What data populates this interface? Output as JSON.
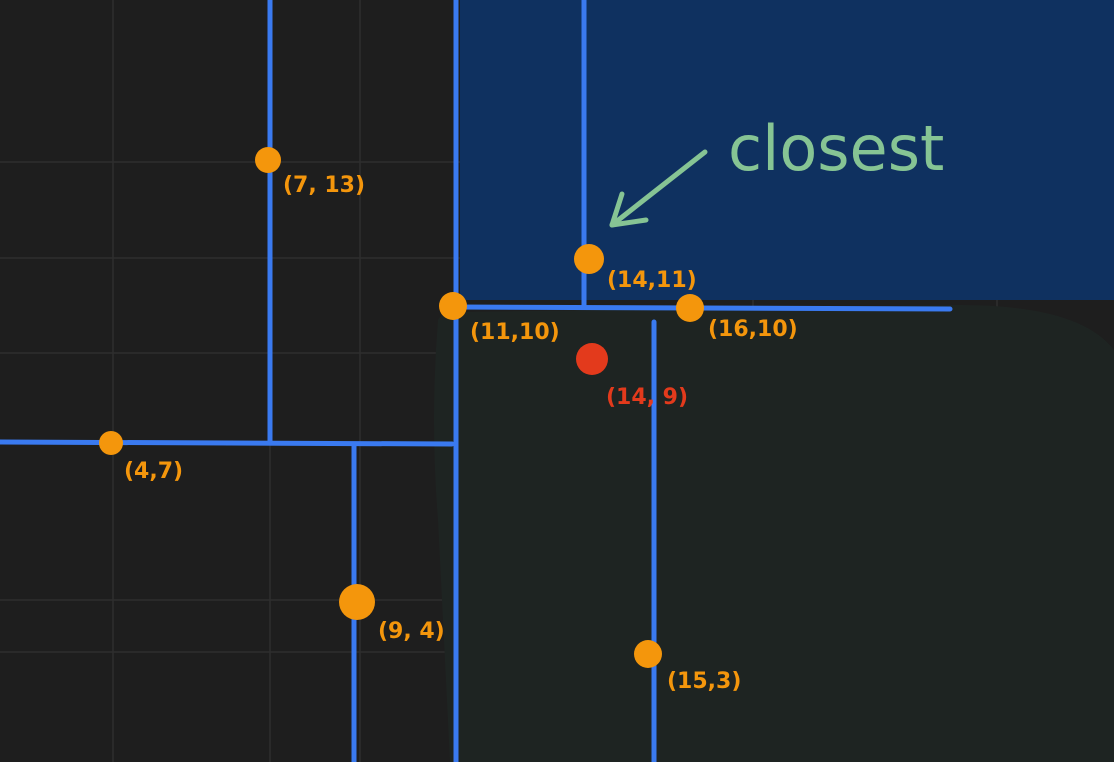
{
  "annotation": {
    "text": "closest"
  },
  "query_point": {
    "label": "(14, 9)",
    "x": 14,
    "y": 9
  },
  "points": [
    {
      "id": "p-7-13",
      "label": "(7, 13)",
      "x": 7,
      "y": 13
    },
    {
      "id": "p-14-11",
      "label": "(14,11)",
      "x": 14,
      "y": 11
    },
    {
      "id": "p-11-10",
      "label": "(11,10)",
      "x": 11,
      "y": 10
    },
    {
      "id": "p-16-10",
      "label": "(16,10)",
      "x": 16,
      "y": 10
    },
    {
      "id": "p-4-7",
      "label": "(4,7)",
      "x": 4,
      "y": 7
    },
    {
      "id": "p-9-4",
      "label": "(9, 4)",
      "x": 9,
      "y": 4
    },
    {
      "id": "p-15-3",
      "label": "(15,3)",
      "x": 15,
      "y": 3
    }
  ],
  "colors": {
    "background": "#1e1e1e",
    "grid": "#2e2e2e",
    "highlight_region": "#0f3160",
    "search_region": "#1e2422",
    "split_line": "#3a7af0",
    "point": "#f4960c",
    "label": "#f4960c",
    "query": "#e33a1c",
    "annotation": "#86c494"
  }
}
